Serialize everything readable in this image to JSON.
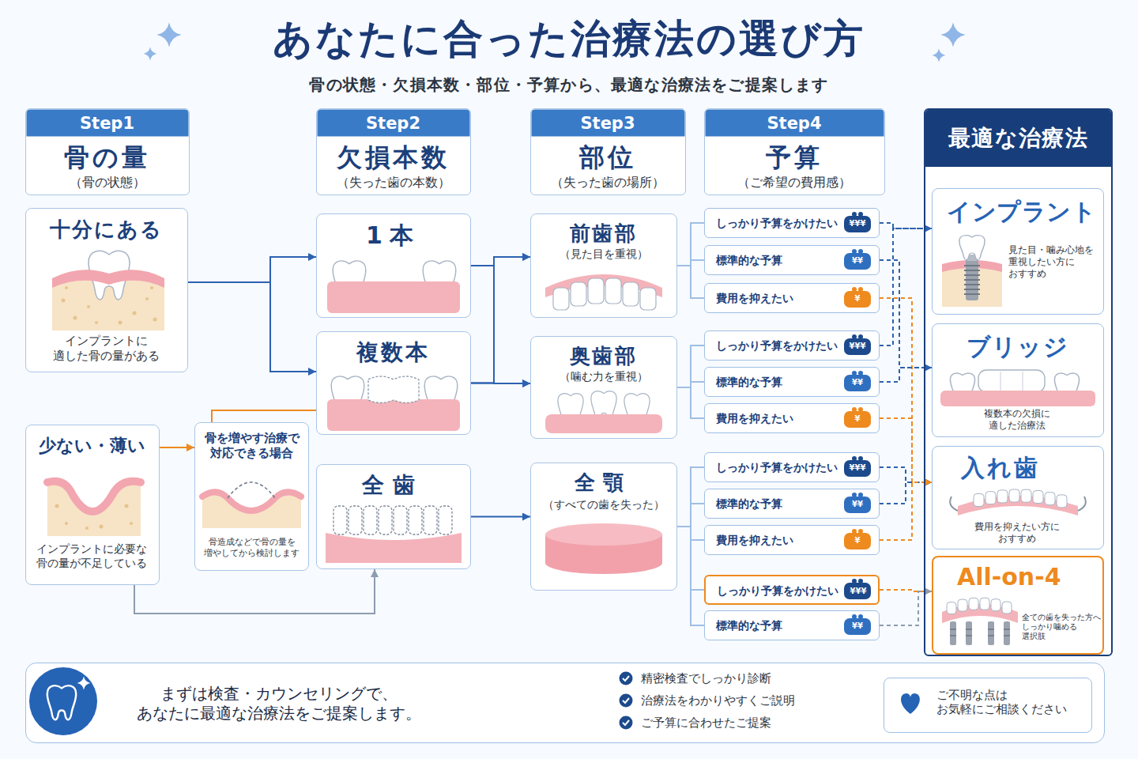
{
  "diagram": {
    "title": "あなたに合った治療法の選び方",
    "nodes": [
      {
        "text": [
          "Step1",
          "骨の量",
          "（骨の状態）"
        ]
      },
      {
        "text": [
          "Step2",
          "欠損本数",
          "（失った歯の本数）"
        ]
      },
      {
        "text": [
          "Step3",
          "部位",
          "（失った歯の場所）"
        ]
      },
      {
        "text": [
          "Step4",
          "予算",
          "（ご希望の費用感）"
        ]
      },
      {
        "text": [
          "最適な治療法"
        ]
      },
      {
        "text": [
          "インプラント",
          "見た目・噛み心地を 重視したい方に おすすめ"
        ],
        "in": 4
      },
      {
        "text": [
          "ブリッジ",
          "複数本の欠損に 適した治療法"
        ],
        "in": 4
      },
      {
        "text": [
          "入れ歯",
          "費用を抑えたい方に おすすめ"
        ],
        "in": 4
      },
      {
        "text": [
          "All-on-4",
          "全ての歯を失った方へ しっかり噛める 選択肢"
        ],
        "in": 4
      },
      {
        "text": [
          "十分にある",
          "インプラントに 適した骨の量がある"
        ]
      },
      {
        "text": [
          "少ない・薄い",
          "インプラントに必要な 骨の量が不足している"
        ]
      },
      {
        "text": [
          "骨を増やす治療で 対応できる場合",
          "骨造成などで骨の量を 増やしてから検討します"
        ]
      },
      {
        "text": [
          "1本"
        ]
      },
      {
        "text": [
          "複数本"
        ]
      },
      {
        "text": [
          "全歯"
        ]
      },
      {
        "text": [
          "前歯部",
          "（見た目を重視）"
        ]
      },
      {
        "text": [
          "奥歯部",
          "（噛む力を重視）"
        ]
      },
      {
        "text": [
          "全顎",
          "（すべての歯を失った）"
        ]
      },
      {
        "text": [
          "しっかり予算をかけたい",
          "¥¥¥"
        ]
      },
      {
        "text": [
          "標準的な予算",
          "¥¥"
        ]
      },
      {
        "text": [
          "費用を抑えたい",
          "¥"
        ]
      },
      {
        "text": [
          "しっかり予算をかけたい",
          "¥¥¥"
        ]
      },
      {
        "text": [
          "標準的な予算",
          "¥¥"
        ]
      },
      {
        "text": [
          "費用を抑えたい",
          "¥"
        ]
      },
      {
        "text": [
          "しっかり予算をかけたい",
          "¥¥¥"
        ]
      },
      {
        "text": [
          "標準的な予算",
          "¥¥"
        ]
      },
      {
        "text": [
          "費用を抑えたい",
          "¥"
        ]
      },
      {
        "text": [
          "しっかり予算をかけたい",
          "¥¥¥"
        ]
      },
      {
        "text": [
          "標準的な予算",
          "¥¥"
        ]
      },
      {
        "text": [
          "まずは検査・カウンセリングで、 あなたに最適な治療法をご提案します。",
          "精密検査でしっかり診断",
          "治療法をわかりやすくご説明",
          "ご予算に合わせたご提案"
        ]
      },
      {
        "text": [
          "ご不明な点は お気軽にご相談ください"
        ],
        "in": 29
      }
    ],
    "edges": [
      {
        "from": 9,
        "to": 12,
        "arrow": "to"
      },
      {
        "from": 9,
        "to": 13,
        "arrow": "to"
      },
      {
        "from": 10,
        "to": 11,
        "arrow": "to"
      },
      {
        "from": 11,
        "to": 13,
        "arrow": "none"
      },
      {
        "from": 10,
        "to": 14,
        "arrow": "to"
      },
      {
        "from": 12,
        "to": 15,
        "arrow": "to"
      },
      {
        "from": 12,
        "to": 16,
        "arrow": "to"
      },
      {
        "from": 13,
        "to": 15,
        "arrow": "to"
      },
      {
        "from": 13,
        "to": 16,
        "arrow": "to"
      },
      {
        "from": 14,
        "to": 17,
        "arrow": "to"
      },
      {
        "from": 15,
        "to": 18,
        "arrow": "none"
      },
      {
        "from": 15,
        "to": 19,
        "arrow": "none"
      },
      {
        "from": 15,
        "to": 20,
        "arrow": "none"
      },
      {
        "from": 16,
        "to": 21,
        "arrow": "none"
      },
      {
        "from": 16,
        "to": 22,
        "arrow": "none"
      },
      {
        "from": 16,
        "to": 23,
        "arrow": "none"
      },
      {
        "from": 17,
        "to": 24,
        "arrow": "none"
      },
      {
        "from": 17,
        "to": 25,
        "arrow": "none"
      },
      {
        "from": 17,
        "to": 26,
        "arrow": "none"
      },
      {
        "from": 17,
        "to": 27,
        "arrow": "none"
      },
      {
        "from": 17,
        "to": 28,
        "arrow": "none"
      },
      {
        "from": 18,
        "to": 5,
        "arrow": "to"
      },
      {
        "from": 19,
        "to": 6,
        "arrow": "to"
      },
      {
        "from": 20,
        "to": 7,
        "arrow": "to"
      },
      {
        "from": 21,
        "to": 5,
        "arrow": "to"
      },
      {
        "from": 22,
        "to": 6,
        "arrow": "to"
      },
      {
        "from": 23,
        "to": 7,
        "arrow": "to"
      },
      {
        "from": 24,
        "to": 7,
        "arrow": "to"
      },
      {
        "from": 25,
        "to": 7,
        "arrow": "to"
      },
      {
        "from": 26,
        "to": 7,
        "arrow": "to"
      },
      {
        "from": 27,
        "to": 8,
        "arrow": "to"
      },
      {
        "from": 28,
        "to": 8,
        "arrow": "to"
      }
    ],
    "labels": [
      "骨の状態・欠損本数・部位・予算から、最適な治療法をご提案します"
    ]
  }
}
